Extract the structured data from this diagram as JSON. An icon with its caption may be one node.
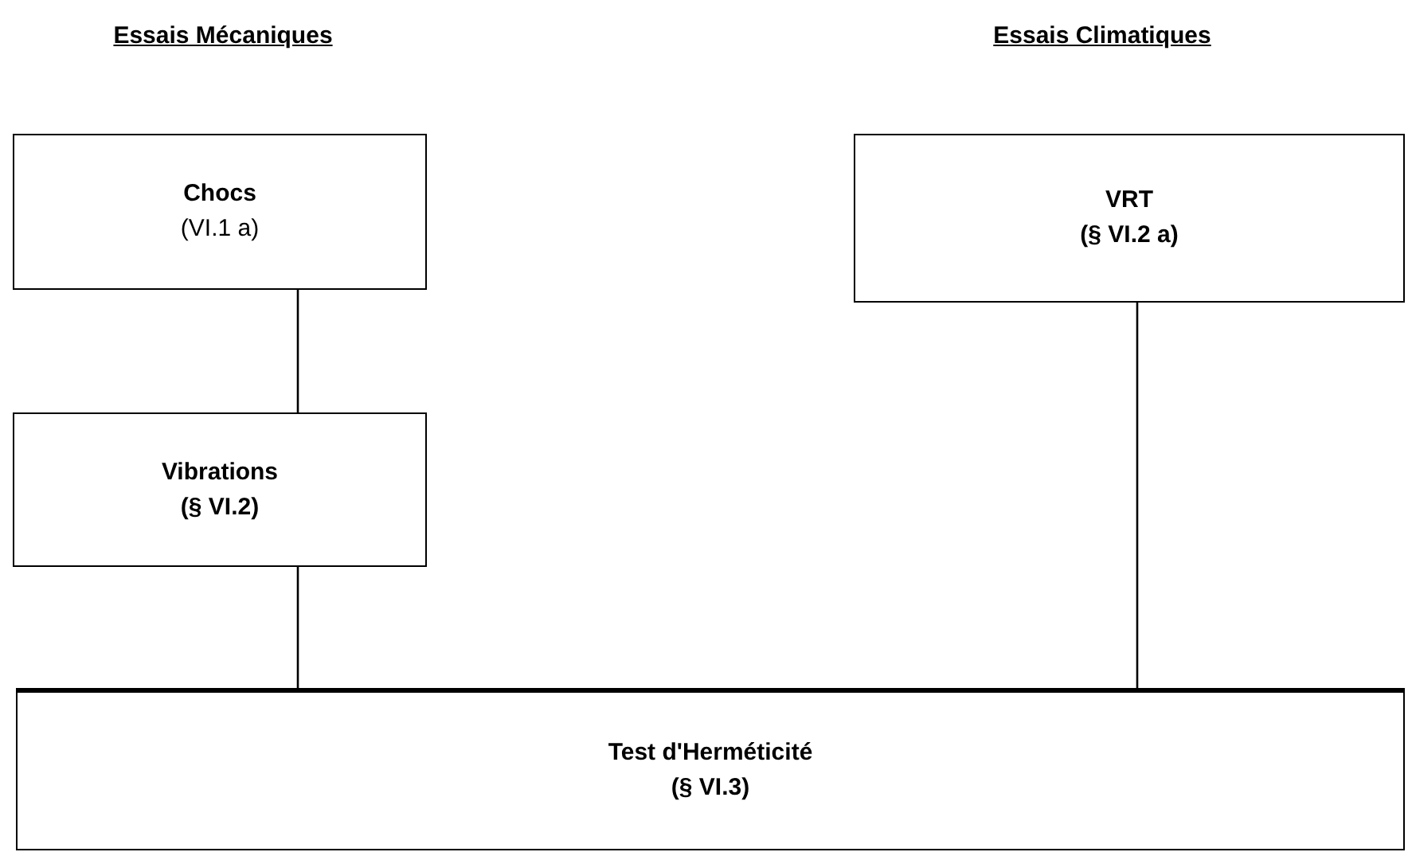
{
  "diagram": {
    "nodes": [
      {
        "text": [
          "Chocs",
          "(VI.1 a)"
        ]
      },
      {
        "text": [
          "Vibrations",
          "(§ VI.2)"
        ]
      },
      {
        "text": [
          "VRT",
          "(§ VI.2 a)"
        ]
      },
      {
        "text": [
          "Test d'Herméticité",
          "(§ VI.3)"
        ]
      }
    ],
    "edges": [
      {
        "from": 0,
        "to": 1,
        "arrow": "none"
      },
      {
        "from": 1,
        "to": 3,
        "arrow": "none"
      },
      {
        "from": 2,
        "to": 3,
        "arrow": "none"
      }
    ],
    "labels": [
      "Essais Mécaniques",
      "Essais Climatiques"
    ]
  }
}
